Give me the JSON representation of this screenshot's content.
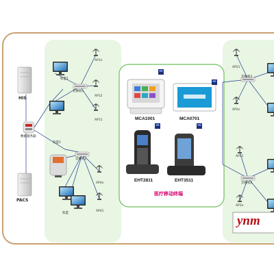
{
  "systems": {
    "his": "HIS",
    "pacs": "PACS",
    "server": "数据服务器"
  },
  "departments": {
    "dept1": "科室1",
    "dept2": "科室2",
    "dept_bottom": "科室"
  },
  "switches": {
    "sw_left_1": "交换机1",
    "sw_left_2": "交换机2",
    "sw_right_1": "交换机3",
    "sw_right_2": "交换机4"
  },
  "access_points": {
    "left": [
      "AP1n",
      "AP12",
      "AP11",
      "AP4n",
      "AP41"
    ],
    "right": [
      "AP21",
      "AP2n",
      "AP31",
      "AP3n"
    ]
  },
  "devices": {
    "d1": "MCA1001",
    "d2": "MCA0701",
    "d3": "EHT2811",
    "d4": "EHT3511"
  },
  "caption": "医疗移动终端",
  "watermark": "ynm",
  "colors": {
    "frame": "#c8a070",
    "zone": "#e8f6e3",
    "panel_border": "#6fbf5a",
    "link": "#1e3a8a",
    "caption": "#d4006e"
  }
}
